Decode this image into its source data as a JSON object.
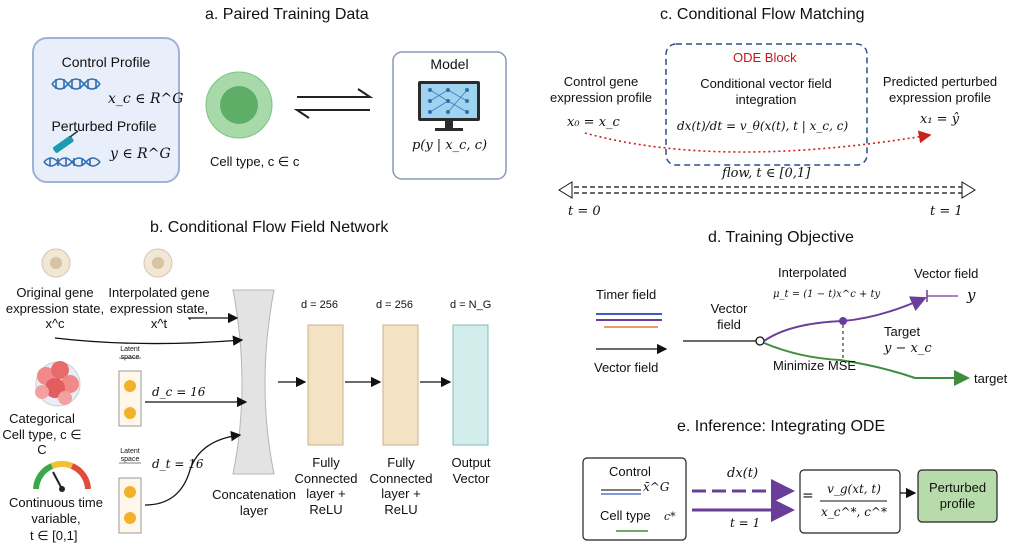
{
  "panels": {
    "a": {
      "title": "a. Paired Training Data",
      "control_label": "Control Profile",
      "control_math": "x_c ∈ R^G",
      "perturbed_label": "Perturbed Profile",
      "perturbed_math": "y ∈ R^G",
      "cell_type": "Cell type, c ∈ c",
      "model_title": "Model",
      "model_formula": "p(y | x_c, c)"
    },
    "b": {
      "title": "b. Conditional Flow Field Network",
      "original_state": "Original gene expression state, x^c",
      "interpolated_state": "Interpolated gene expression state, x^t",
      "categorical": "Categorical Cell type, c ∈ C",
      "continuous": "Continuous time variable,",
      "continuous_range": "t ∈ [0,1]",
      "latent_space": "Latent space",
      "dc": "d_c = 16",
      "dt": "d_t = 16",
      "concat": "Concatenation layer",
      "d1": "d = 256",
      "d2": "d = 256",
      "d3": "d = N_G",
      "fc1": "Fully Connected layer + ReLU",
      "fc2": "Fully Connected layer + ReLU",
      "output": "Output Vector"
    },
    "c": {
      "title": "c. Conditional Flow Matching",
      "ode_block": "ODE Block",
      "control_gene": "Control gene expression profile",
      "x0": "x₀ = x_c",
      "cond_vec": "Conditional vector field integration",
      "equation": "dx(t)/dt = v_θ(x(t), t | x_c, c)",
      "predicted": "Predicted perturbed expression profile",
      "x1": "x₁ = ŷ",
      "flow": "flow, t ∈ [0,1]",
      "t0": "t = 0",
      "t1": "t = 1"
    },
    "d": {
      "title": "d. Training Objective",
      "timer_field": "Timer field",
      "vector_field_left": "Vector field",
      "vector_field_mid": "Vector field",
      "interpolated": "Interpolated",
      "mu": "μ_t = (1 − t)x^c + ty",
      "vector_field_right": "Vector field",
      "y": "y",
      "target": "Target",
      "target_expr": "y − x_c",
      "mse": "Minimize MSE",
      "target_out": "target"
    },
    "e": {
      "title": "e. Inference: Integrating ODE",
      "control": "Control",
      "xbar": "x̄^G",
      "cell_type": "Cell type",
      "cstar": "c*",
      "dxt": "dx(t)",
      "t1": "t = 1",
      "eq_top": "v_g(xt, t)",
      "eq_bottom": "x_c^*, c^*",
      "perturbed": "Perturbed profile"
    }
  },
  "colors": {
    "panel_a_bg": "#e8eefa",
    "panel_a_border": "#9fb2d8",
    "cell_outer": "#a7d9a9",
    "cell_inner": "#5fae68",
    "fc_fill": "#f3e2c4",
    "out_fill": "#d3ecec",
    "dna_blue": "#2f6fb0",
    "flow_red": "#cc1f1f",
    "ode_border": "#2b4f8a",
    "purple": "#6a3d9a",
    "green": "#3e8e3e",
    "perturbed_box": "#b7dbab"
  }
}
